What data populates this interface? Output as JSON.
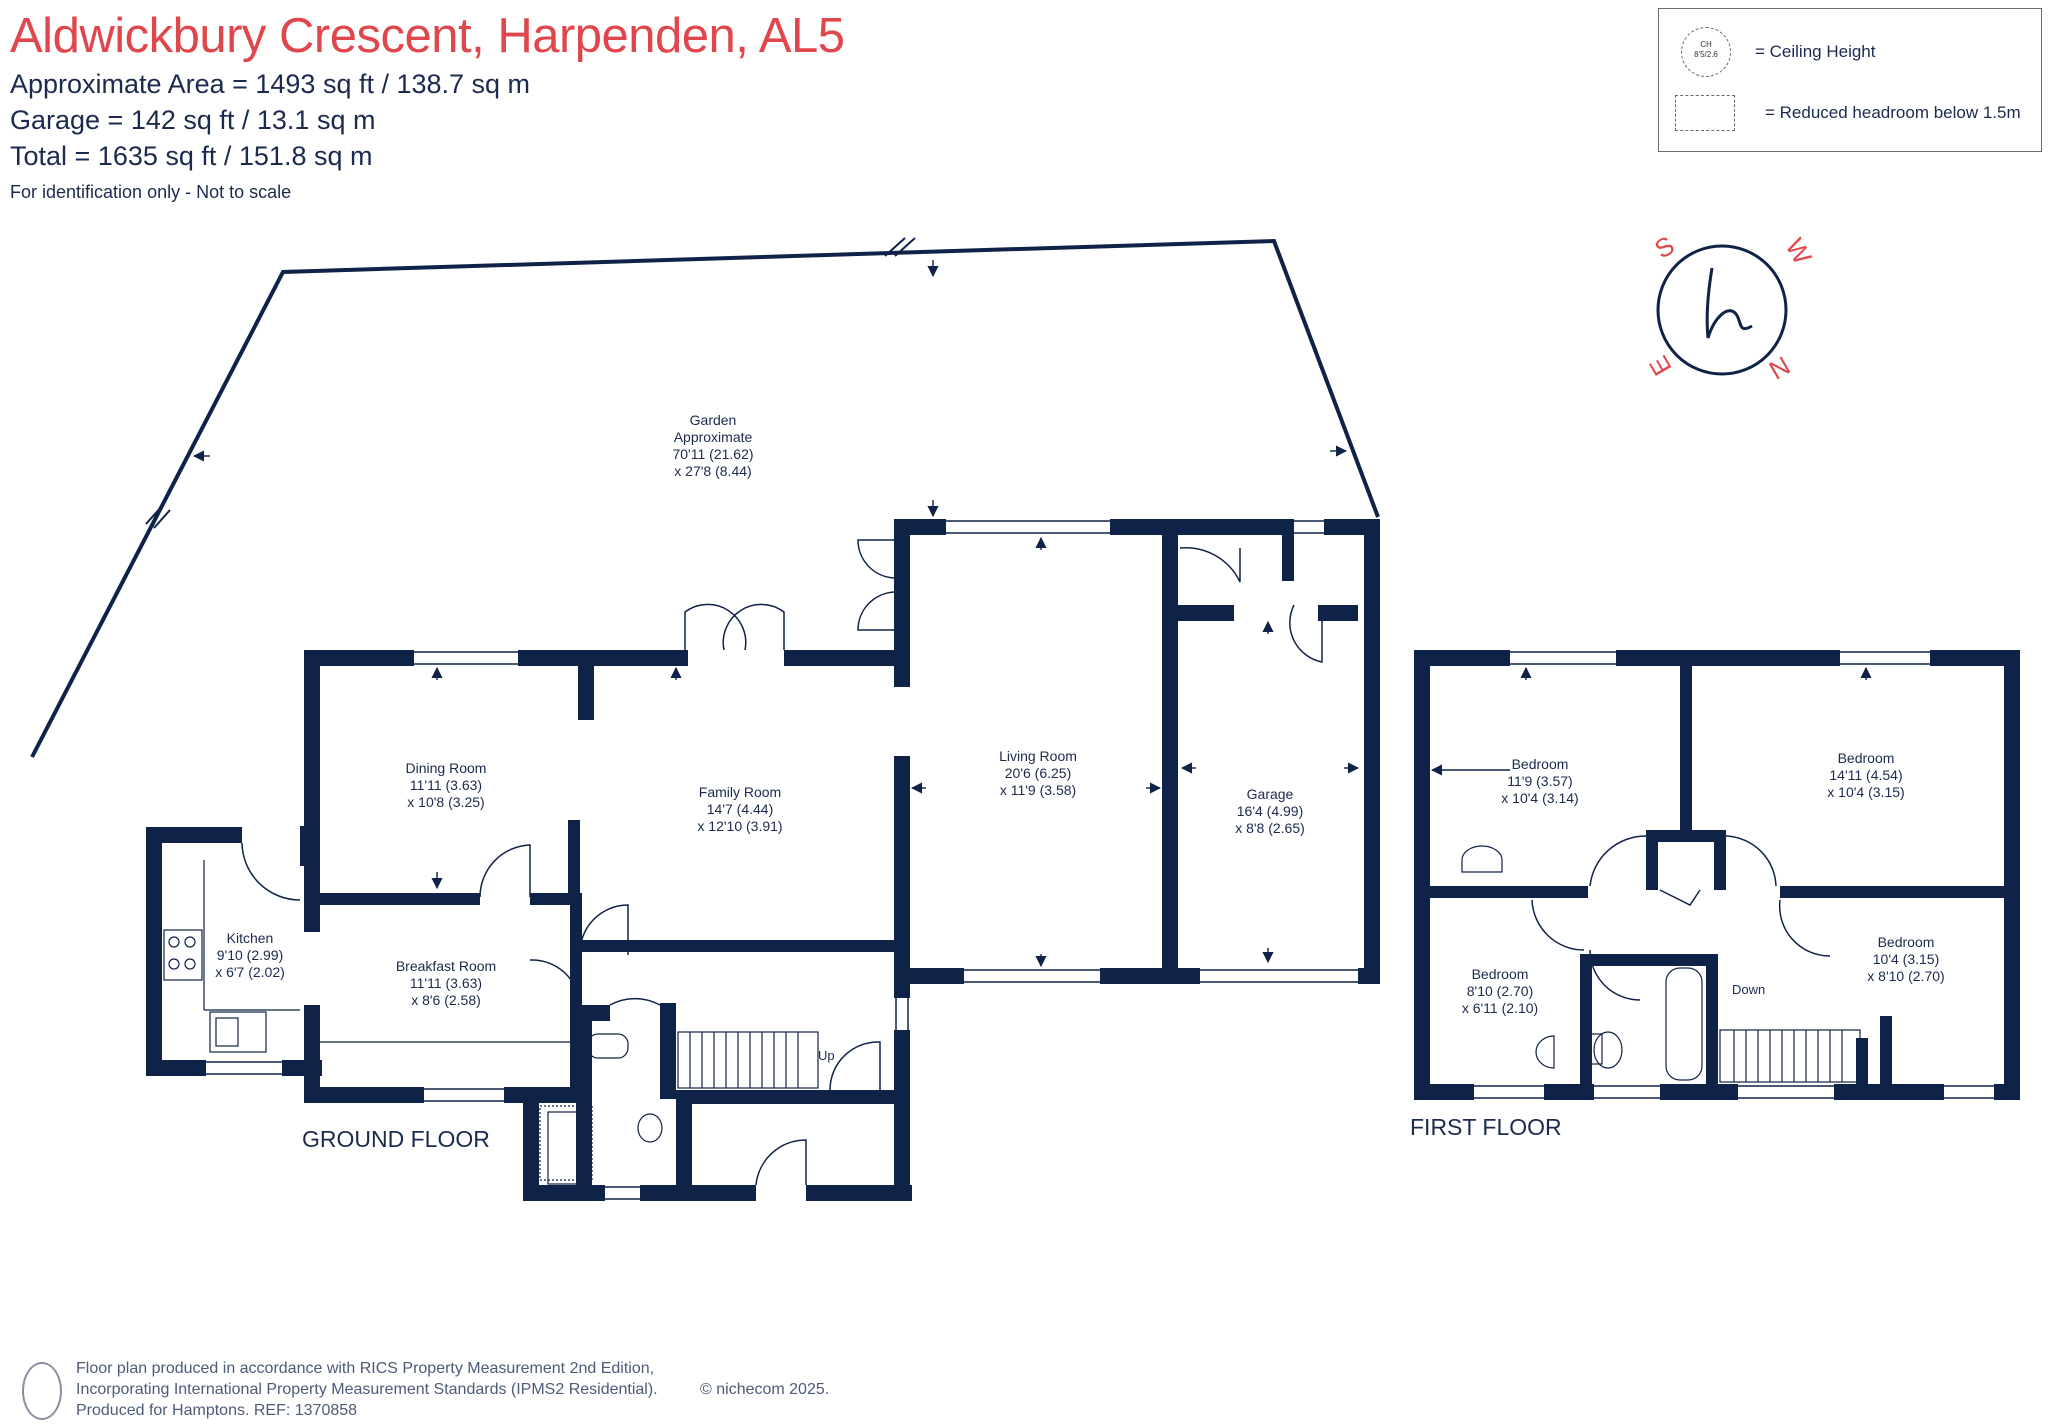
{
  "header": {
    "title": "Aldwickbury Crescent, Harpenden, AL5",
    "area_line": "Approximate Area = 1493 sq ft / 138.7 sq m",
    "garage_line": "Garage = 142 sq ft / 13.1 sq m",
    "total_line": "Total = 1635 sq ft / 151.8 sq m",
    "note": "For identification only - Not to scale"
  },
  "legend": {
    "ceiling_symbol_top": "CH",
    "ceiling_symbol_bottom": "8'5/2.6",
    "ceiling_label": "= Ceiling Height",
    "headroom_label": "= Reduced headroom below 1.5m"
  },
  "compass": {
    "letters": [
      "S",
      "W",
      "N",
      "E"
    ],
    "logo": "h"
  },
  "rooms": {
    "garden": [
      "Garden",
      "Approximate",
      "70'11 (21.62)",
      "x 27'8 (8.44)"
    ],
    "dining": [
      "Dining Room",
      "11'11 (3.63)",
      "x 10'8 (3.25)"
    ],
    "family": [
      "Family Room",
      "14'7 (4.44)",
      "x 12'10 (3.91)"
    ],
    "living": [
      "Living Room",
      "20'6 (6.25)",
      "x 11'9 (3.58)"
    ],
    "garage": [
      "Garage",
      "16'4 (4.99)",
      "x 8'8 (2.65)"
    ],
    "kitchen": [
      "Kitchen",
      "9'10 (2.99)",
      "x 6'7 (2.02)"
    ],
    "breakfast": [
      "Breakfast Room",
      "11'11 (3.63)",
      "x 8'6 (2.58)"
    ],
    "bed1": [
      "Bedroom",
      "11'9 (3.57)",
      "x 10'4 (3.14)"
    ],
    "bed2": [
      "Bedroom",
      "14'11 (4.54)",
      "x 10'4 (3.15)"
    ],
    "bed3": [
      "Bedroom",
      "8'10 (2.70)",
      "x 6'11 (2.10)"
    ],
    "bed4": [
      "Bedroom",
      "10'4 (3.15)",
      "x 8'10 (2.70)"
    ]
  },
  "stairs": {
    "up": "Up",
    "down": "Down"
  },
  "floors": {
    "ground": "GROUND FLOOR",
    "first": "FIRST FLOOR"
  },
  "footer": {
    "line1": "Floor plan produced in accordance with RICS Property Measurement 2nd Edition,",
    "line2": "Incorporating International Property Measurement Standards (IPMS2 Residential).",
    "line3": "Produced for Hamptons.  REF: 1370858",
    "copyright": "© nichecom 2025."
  },
  "colors": {
    "wall": "#0f2247",
    "title": "#e0474c",
    "compass_letters": "#e0474c"
  }
}
